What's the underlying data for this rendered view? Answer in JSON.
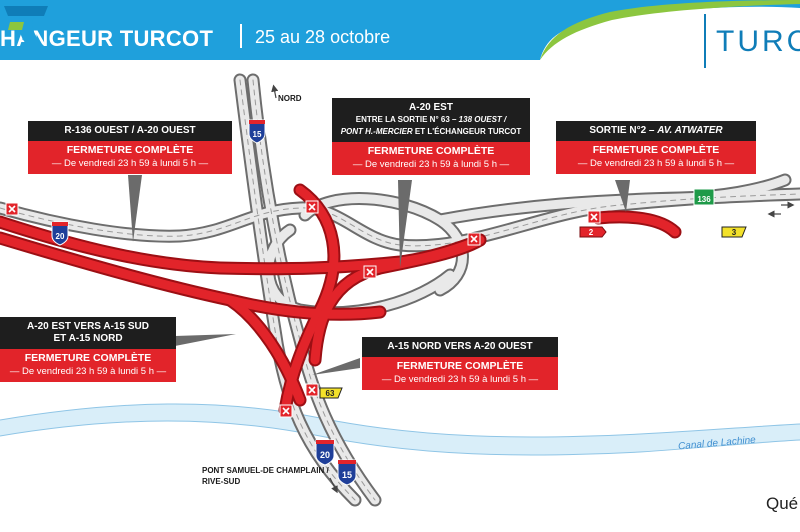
{
  "header": {
    "title": "HANGEUR TURCOT",
    "date": "25 au 28 octobre",
    "logo_text": "TURCO",
    "colors": {
      "banner": "#1fa0dc",
      "logo": "#0f7db8",
      "closure": "#e2242a"
    }
  },
  "callouts": {
    "r136": {
      "head": "R-136 OUEST / A-20 OUEST",
      "status": "FERMETURE COMPLÈTE",
      "period": "— De vendredi 23 h 59 à lundi 5 h —"
    },
    "a20est": {
      "head": "A-20 EST",
      "detail_1": "ENTRE LA SORTIE N° 63 –",
      "detail_1b": "138 OUEST /",
      "detail_2": "PONT H.-MERCIER",
      "detail_2b": " ET L'ÉCHANGEUR TURCOT",
      "status": "FERMETURE COMPLÈTE",
      "period": "— De vendredi 23 h 59 à lundi 5 h —"
    },
    "sortie2": {
      "head": "SORTIE N°2 – ",
      "head_em": "AV. ATWATER",
      "status": "FERMETURE COMPLÈTE",
      "period": "— De vendredi 23 h 59 à lundi 5 h —"
    },
    "a20a15": {
      "head_1": "A-20 EST VERS A-15 SUD",
      "head_2": "ET A-15 NORD",
      "status": "FERMETURE COMPLÈTE",
      "period": "— De vendredi 23 h 59 à lundi 5 h —"
    },
    "a15nord": {
      "head": "A-15 NORD VERS A-20 OUEST",
      "status": "FERMETURE COMPLÈTE",
      "period": "— De vendredi 23 h 59 à lundi 5 h —"
    }
  },
  "map_labels": {
    "north": "NORD",
    "pont_1": "PONT SAMUEL-DE CHAMPLAIN /",
    "pont_2": "RIVE-SUD",
    "canal": "Canal de Lachine",
    "exit_2": "2",
    "exit_3": "3",
    "exit_63": "63",
    "route_136": "136",
    "shield_15": "15",
    "shield_20": "20"
  },
  "footer": {
    "quebec": "Qué"
  }
}
